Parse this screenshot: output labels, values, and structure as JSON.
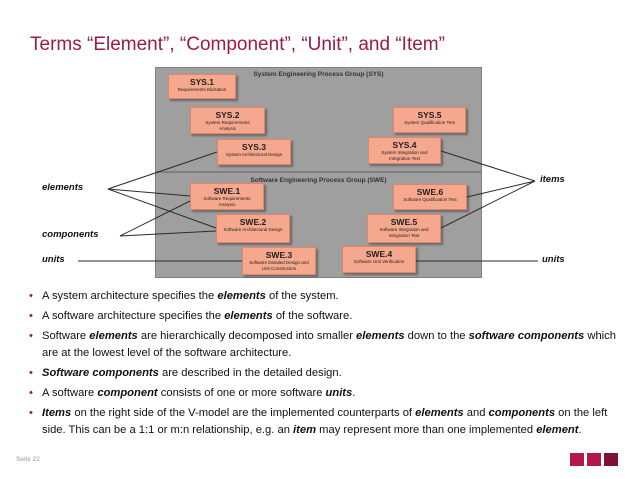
{
  "title": "Terms “Element”, “Component”, “Unit”, and “Item”",
  "sys_group": {
    "title": "System Engineering Process Group (SYS)",
    "boxes": [
      {
        "id": "SYS.1",
        "desc": "Requirements Elicitation"
      },
      {
        "id": "SYS.2",
        "desc": "System Requirements Analysis"
      },
      {
        "id": "SYS.3",
        "desc": "System Architectural Design"
      },
      {
        "id": "SYS.4",
        "desc": "System Integration and Integration Test"
      },
      {
        "id": "SYS.5",
        "desc": "System Qualification Test"
      }
    ]
  },
  "swe_group": {
    "title": "Software Engineering Process Group (SWE)",
    "boxes": [
      {
        "id": "SWE.1",
        "desc": "Software Requirements Analysis"
      },
      {
        "id": "SWE.2",
        "desc": "Software Architectural Design"
      },
      {
        "id": "SWE.3",
        "desc": "Software Detailed Design and Unit Construction"
      },
      {
        "id": "SWE.4",
        "desc": "Software Unit Verification"
      },
      {
        "id": "SWE.5",
        "desc": "Software Integration and Integration Test"
      },
      {
        "id": "SWE.6",
        "desc": "Software Qualification Test"
      }
    ]
  },
  "labels": {
    "elements": "elements",
    "components": "components",
    "units_left": "units",
    "items": "items",
    "units_right": "units"
  },
  "bullets": [
    [
      {
        "t": "A system architecture specifies the "
      },
      {
        "t": "elements",
        "em": true
      },
      {
        "t": " of the system."
      }
    ],
    [
      {
        "t": "A software architecture specifies the "
      },
      {
        "t": "elements",
        "em": true
      },
      {
        "t": " of the software."
      }
    ],
    [
      {
        "t": "Software "
      },
      {
        "t": "elements",
        "em": true
      },
      {
        "t": " are hierarchically decomposed into smaller "
      },
      {
        "t": "elements",
        "em": true
      },
      {
        "t": " down to the "
      },
      {
        "t": "software components",
        "em": true
      },
      {
        "t": " which are at the lowest level of the software architecture."
      }
    ],
    [
      {
        "t": " Software components",
        "em": true
      },
      {
        "t": " are described in the detailed design."
      }
    ],
    [
      {
        "t": "A software "
      },
      {
        "t": "component",
        "em": true
      },
      {
        "t": " consists of one or more software "
      },
      {
        "t": "units",
        "em": true
      },
      {
        "t": "."
      }
    ],
    [
      {
        "t": "Items",
        "em": true
      },
      {
        "t": " on the right side of the V-model are the implemented counterparts of "
      },
      {
        "t": "elements",
        "em": true
      },
      {
        "t": " and "
      },
      {
        "t": "components",
        "em": true
      },
      {
        "t": " on the left side. This can be a 1:1 or m:n relationship, e.g. an "
      },
      {
        "t": "item",
        "em": true
      },
      {
        "t": " may represent more than one implemented "
      },
      {
        "t": "element",
        "em": true
      },
      {
        "t": "."
      }
    ]
  ],
  "footer": "Seite 22",
  "colors": {
    "accent": "#9b1b47",
    "box_fill": "#f5a88d",
    "group_fill": "#9f9f9f",
    "square_1": "#b5174d",
    "square_2": "#b5174d",
    "square_3": "#7d1034"
  }
}
